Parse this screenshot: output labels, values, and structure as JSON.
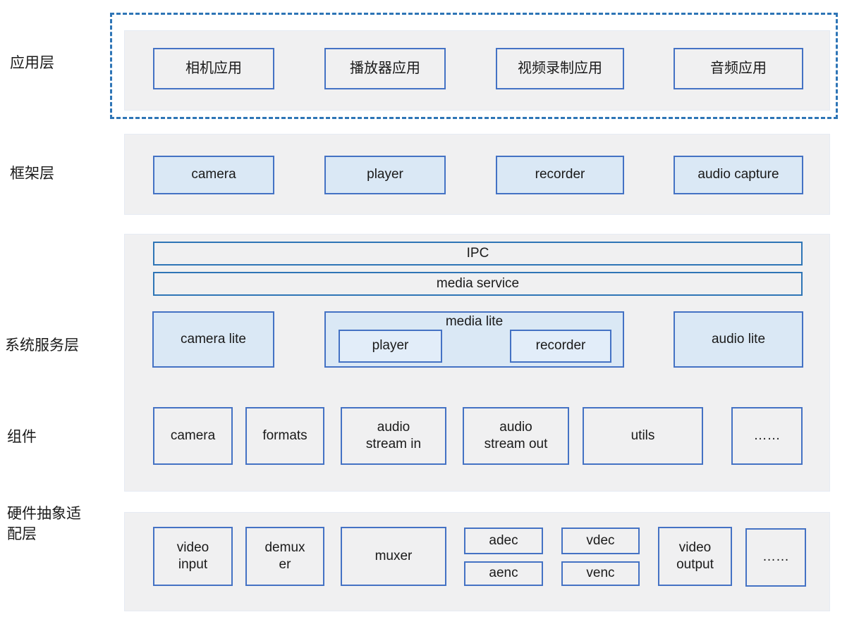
{
  "app_layer": {
    "label": "应用层",
    "boxes": [
      "相机应用",
      "播放器应用",
      "视频录制应用",
      "音频应用"
    ]
  },
  "framework_layer": {
    "label": "框架层",
    "boxes": [
      "camera",
      "player",
      "recorder",
      "audio capture"
    ]
  },
  "system_service_layer": {
    "label": "系统服务层",
    "ipc": "IPC",
    "media_service": "media service",
    "camera_lite": "camera lite",
    "media_lite": {
      "label": "media lite",
      "player": "player",
      "recorder": "recorder"
    },
    "audio_lite": "audio lite"
  },
  "component_layer": {
    "label": "组件",
    "boxes": [
      "camera",
      "formats",
      "audio stream in",
      "audio stream out",
      "utils",
      "……"
    ]
  },
  "hal_layer": {
    "label": "硬件抽象适配层",
    "video_input": "video input",
    "demuxer": "demuxer",
    "muxer": "muxer",
    "adec": "adec",
    "aenc": "aenc",
    "vdec": "vdec",
    "venc": "venc",
    "video_output": "video output",
    "ellipsis": "……"
  },
  "colors": {
    "box_border": "#4472c4",
    "bar_border": "#2e75b6",
    "dashed_border": "#2e75b6",
    "panel_bg": "#f0f0f1",
    "blue_fill": "#dae8f5",
    "blue_fill_light": "#e2edf9",
    "text": "#1a1a1a"
  }
}
